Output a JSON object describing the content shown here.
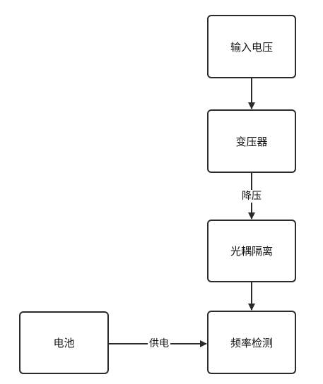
{
  "colors": {
    "stroke": "#2b2b2b",
    "background": "#ffffff",
    "text": "#111111"
  },
  "nodes": {
    "input_voltage": "输入电压",
    "transformer": "变压器",
    "optocoupler": "光耦隔离",
    "frequency_detect": "频率检测",
    "battery": "电池"
  },
  "edges": {
    "step_down": "降压",
    "power_supply": "供电"
  }
}
